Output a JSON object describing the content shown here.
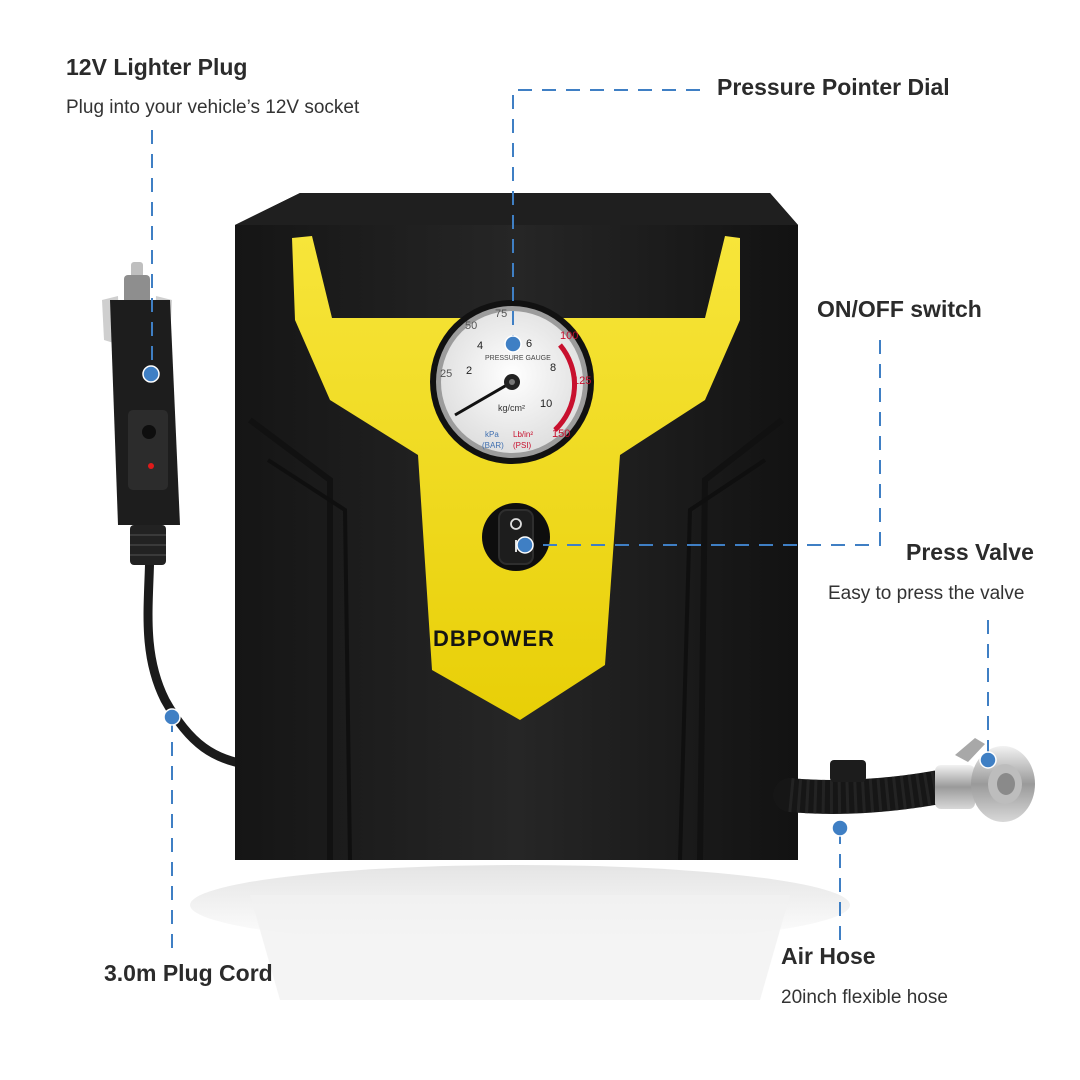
{
  "callouts": {
    "lighter_plug": {
      "title": "12V Lighter Plug",
      "subtitle": "Plug into your vehicle’s 12V socket"
    },
    "pressure_dial": {
      "title": "Pressure Pointer Dial"
    },
    "on_off_switch": {
      "title": "ON/OFF switch"
    },
    "press_valve": {
      "title": "Press Valve",
      "subtitle": "Easy to press the valve"
    },
    "plug_cord": {
      "title": "3.0m Plug Cord"
    },
    "air_hose": {
      "title": "Air Hose",
      "subtitle": "20inch flexible hose"
    }
  },
  "product": {
    "brand": "DBPOWER",
    "gauge": {
      "kg_ticks": [
        "2",
        "4",
        "6",
        "8",
        "10"
      ],
      "psi_ticks": [
        "25",
        "50",
        "75",
        "100",
        "125",
        "150"
      ],
      "center_label": "PRESSURE GAUGE",
      "unit_metric": "kg/cm²",
      "unit_kpa": "kPa",
      "unit_bar": "(BAR)",
      "unit_lb": "Lb/in²",
      "unit_psi": "(PSI)"
    }
  },
  "colors": {
    "accent_yellow": "#f5e01a",
    "body_black": "#1c1c1c",
    "leader_blue": "#3f7fc4"
  }
}
